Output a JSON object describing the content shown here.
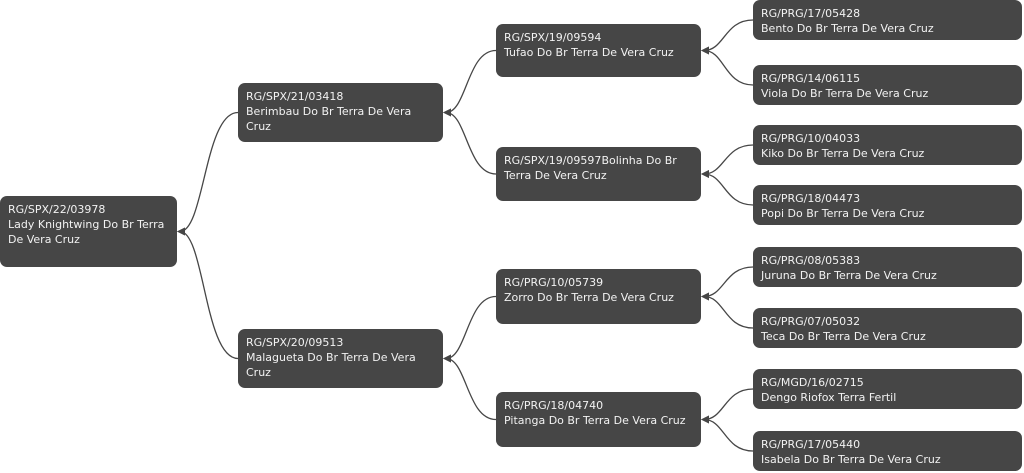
{
  "tree": {
    "nodes": [
      {
        "id": "root",
        "reg": "RG/SPX/22/03978",
        "name": "Lady Knightwing  Do Br Terra De Vera Cruz"
      },
      {
        "id": "sire",
        "reg": "RG/SPX/21/03418",
        "name": "Berimbau Do Br Terra De Vera Cruz"
      },
      {
        "id": "dam",
        "reg": "RG/SPX/20/09513",
        "name": "Malagueta Do Br Terra De Vera Cruz"
      },
      {
        "id": "ss",
        "reg": "RG/SPX/19/09594",
        "name": "Tufao Do Br Terra De Vera Cruz"
      },
      {
        "id": "sd",
        "reg": "RG/SPX/19/09597",
        "name": "Bolinha Do Br Terra De Vera Cruz"
      },
      {
        "id": "ds",
        "reg": "RG/PRG/10/05739",
        "name": "Zorro Do Br Terra De Vera Cruz"
      },
      {
        "id": "dd",
        "reg": "RG/PRG/18/04740",
        "name": "Pitanga Do Br Terra De Vera Cruz"
      },
      {
        "id": "sss",
        "reg": "RG/PRG/17/05428",
        "name": "Bento Do Br Terra De Vera Cruz"
      },
      {
        "id": "ssd",
        "reg": "RG/PRG/14/06115",
        "name": "Viola Do Br Terra De Vera Cruz"
      },
      {
        "id": "sds",
        "reg": "RG/PRG/10/04033",
        "name": "Kiko Do Br Terra De Vera Cruz"
      },
      {
        "id": "sdd",
        "reg": "RG/PRG/18/04473",
        "name": "Popi Do Br Terra De Vera Cruz"
      },
      {
        "id": "dss",
        "reg": "RG/PRG/08/05383",
        "name": "Juruna Do Br Terra De Vera Cruz"
      },
      {
        "id": "dsd",
        "reg": "RG/PRG/07/05032",
        "name": "Teca Do Br Terra De Vera Cruz"
      },
      {
        "id": "dds",
        "reg": "RG/MGD/16/02715",
        "name": "Dengo Riofox Terra Fertil"
      },
      {
        "id": "ddd",
        "reg": "RG/PRG/17/05440",
        "name": "Isabela Do Br Terra De Vera Cruz"
      }
    ],
    "edges": [
      {
        "from": "sire",
        "to": "root"
      },
      {
        "from": "dam",
        "to": "root"
      },
      {
        "from": "ss",
        "to": "sire"
      },
      {
        "from": "sd",
        "to": "sire"
      },
      {
        "from": "ds",
        "to": "dam"
      },
      {
        "from": "dd",
        "to": "dam"
      },
      {
        "from": "sss",
        "to": "ss"
      },
      {
        "from": "ssd",
        "to": "ss"
      },
      {
        "from": "sds",
        "to": "sd"
      },
      {
        "from": "sdd",
        "to": "sd"
      },
      {
        "from": "dss",
        "to": "ds"
      },
      {
        "from": "dsd",
        "to": "ds"
      },
      {
        "from": "dds",
        "to": "dd"
      },
      {
        "from": "ddd",
        "to": "dd"
      }
    ]
  },
  "colors": {
    "node_fill": "#464646",
    "node_text": "#f2f2f2",
    "connector": "#464646",
    "background": "#ffffff"
  }
}
